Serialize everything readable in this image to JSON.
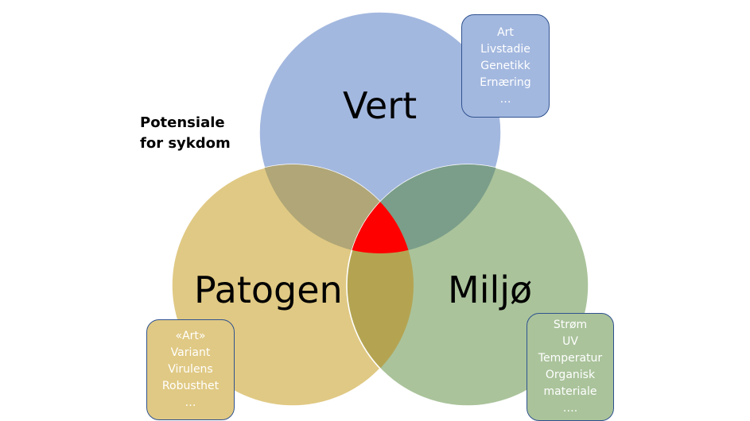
{
  "caption": {
    "line1": "Potensiale",
    "line2": "for sykdom"
  },
  "circles": {
    "vert": {
      "label": "Vert",
      "color": "#a3b8df"
    },
    "patogen": {
      "label": "Patogen",
      "color": "#e0c984"
    },
    "miljo": {
      "label": "Miljø",
      "color": "#aac39b"
    }
  },
  "overlaps": {
    "vert_patogen": "#b0a677",
    "vert_miljo": "#7a9e89",
    "patogen_miljo": "#b4a452",
    "center": "#ff0000"
  },
  "boxes": {
    "vert": {
      "items": [
        "Art",
        "Livstadie",
        "Genetikk",
        "Ernæring",
        "…"
      ],
      "color": "#a3b8df"
    },
    "patogen": {
      "items": [
        "«Art»",
        "Variant",
        "Virulens",
        "Robusthet",
        "…"
      ],
      "color": "#e0c984"
    },
    "miljo": {
      "items": [
        "Strøm",
        "UV",
        "Temperatur",
        "Organisk",
        "materiale",
        "…."
      ],
      "color": "#aac39b"
    }
  }
}
